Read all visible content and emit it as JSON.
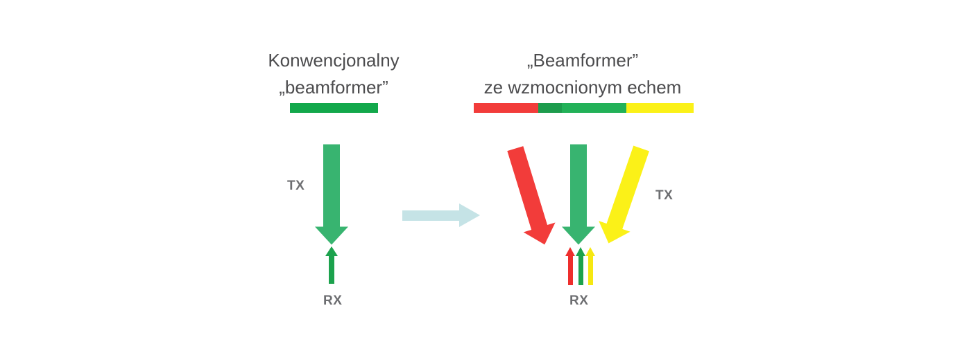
{
  "left_panel": {
    "title_line1": "Konwencjonalny",
    "title_line2": "„beamformer”",
    "tx_label": "TX",
    "rx_label": "RX",
    "bar_color": "#12a84b",
    "tx_arrow_color": "#38b470",
    "rx_arrow_color": "#1ca24d"
  },
  "right_panel": {
    "title_line1": "„Beamformer”",
    "title_line2": "ze wzmocnionym echem",
    "tx_label": "TX",
    "rx_label": "RX",
    "bar_segments": [
      {
        "name": "red",
        "color": "#f23c3a"
      },
      {
        "name": "dark-green",
        "color": "#1d9c4d"
      },
      {
        "name": "green",
        "color": "#22b158"
      },
      {
        "name": "yellow",
        "color": "#fbf118"
      }
    ],
    "tx_arrows": [
      {
        "name": "red",
        "color": "#f23c3a"
      },
      {
        "name": "green",
        "color": "#38b470"
      },
      {
        "name": "yellow",
        "color": "#fbf118"
      }
    ],
    "rx_arrows": [
      {
        "name": "red",
        "color": "#ee2e2c"
      },
      {
        "name": "green",
        "color": "#1ca24d"
      },
      {
        "name": "yellow",
        "color": "#f6e812"
      }
    ]
  },
  "transition_arrow": {
    "color": "#c5e3e6"
  }
}
